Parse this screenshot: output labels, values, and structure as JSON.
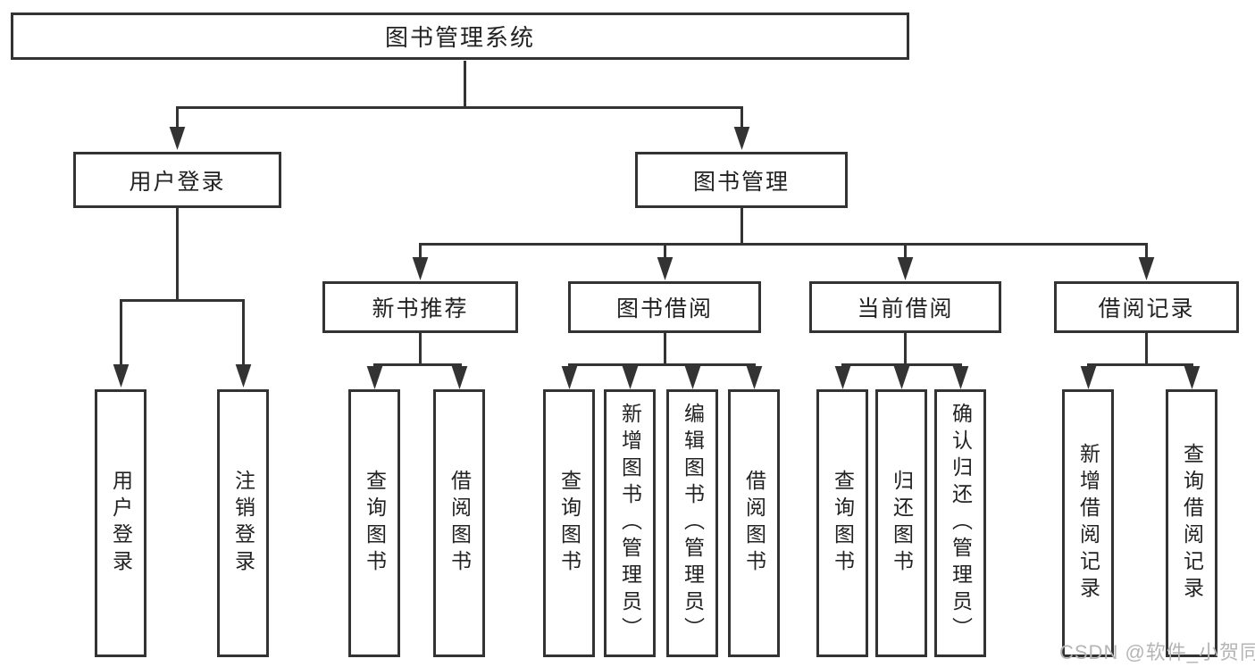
{
  "diagram": {
    "title": "图书管理系统",
    "user_branch": {
      "label": "用户登录",
      "children": [
        {
          "label": "用户登录"
        },
        {
          "label": "注销登录"
        }
      ]
    },
    "mgmt_branch": {
      "label": "图书管理",
      "sections": [
        {
          "label": "新书推荐",
          "children": [
            {
              "label": "查询图书"
            },
            {
              "label": "借阅图书"
            }
          ]
        },
        {
          "label": "图书借阅",
          "children": [
            {
              "label": "查询图书"
            },
            {
              "label": "新增图书（管理员）"
            },
            {
              "label": "编辑图书（管理员）"
            },
            {
              "label": "借阅图书"
            }
          ]
        },
        {
          "label": "当前借阅",
          "children": [
            {
              "label": "查询图书"
            },
            {
              "label": "归还图书"
            },
            {
              "label": "确认归还（管理员）"
            }
          ]
        },
        {
          "label": "借阅记录",
          "children": [
            {
              "label": "新增借阅记录"
            },
            {
              "label": "查询借阅记录"
            }
          ]
        }
      ]
    }
  },
  "watermark": {
    "text": "CSDN @软件_小贺同学"
  },
  "colors": {
    "line": "#333333",
    "text": "#222222",
    "watermark": "#b5b5b5",
    "background": "#ffffff"
  }
}
